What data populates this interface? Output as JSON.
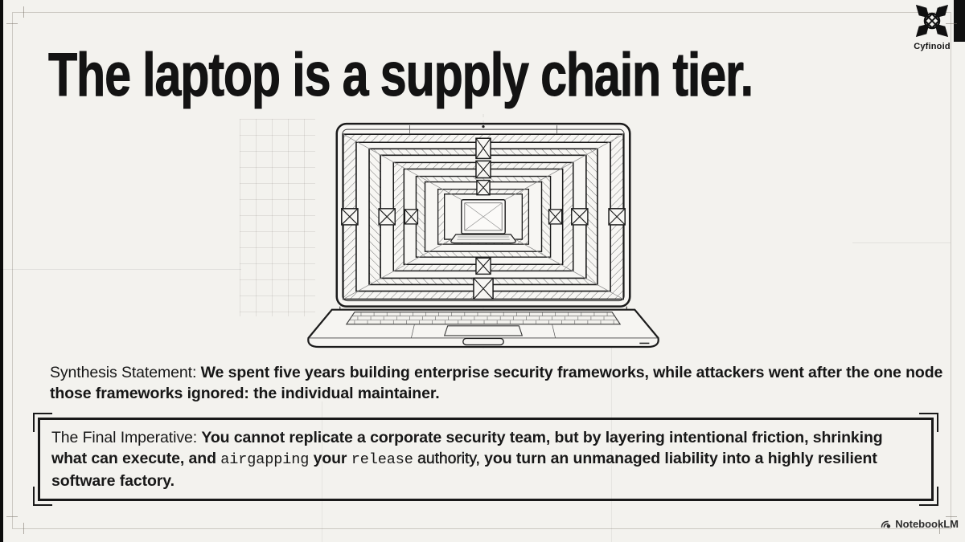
{
  "slide": {
    "headline": "The laptop is a supply chain tier.",
    "synthesis": {
      "label": "Synthesis Statement: ",
      "body": "We spent five years building enterprise security frameworks, while attackers went after the one node those frameworks ignored: the individual maintainer."
    },
    "final_imperative": {
      "label": "The Final Imperative: ",
      "seg1": "You cannot replicate a corporate security team, but by layering intentional friction, shrinking what can execute, and ",
      "mono1": "airgapping",
      "seg2": " your ",
      "mono2": "release",
      "seg3": " authority,",
      "seg4": " you turn an unmanaged liability into a highly resilient software factory."
    }
  },
  "illustration": {
    "name": "laptop-blueprint",
    "subject": "wireframe laptop with nested hatched frames receding to a tiny laptop at center"
  },
  "branding": {
    "logo_text": "Cyfinoid",
    "logo_icon": "cyfinoid-star-icon",
    "watermark_text": "NotebookLM",
    "watermark_icon": "notebooklm-icon"
  },
  "colors": {
    "background": "#f3f2ee",
    "ink": "#141414",
    "blueprint_line": "#1b1b1b",
    "hatch_gray": "#6a6a6a"
  }
}
